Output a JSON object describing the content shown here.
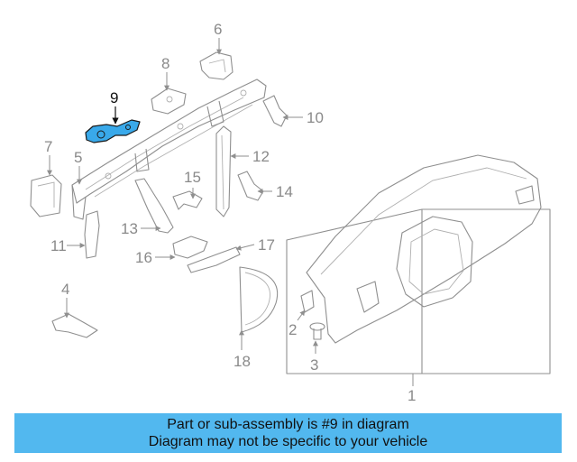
{
  "callouts": {
    "c1": "1",
    "c2": "2",
    "c3": "3",
    "c4": "4",
    "c5": "5",
    "c6": "6",
    "c7": "7",
    "c8": "8",
    "c9": "9",
    "c10": "10",
    "c11": "11",
    "c12": "12",
    "c13": "13",
    "c14": "14",
    "c15": "15",
    "c16": "16",
    "c17": "17",
    "c18": "18"
  },
  "highlighted_part": "9",
  "colors": {
    "highlight": "#39a9ea",
    "banner": "#52b8ef",
    "line_art": "#8f8f8f"
  },
  "banner": {
    "line1": "Part or sub-assembly is #9 in diagram",
    "line2": "Diagram may not be specific to your vehicle"
  }
}
